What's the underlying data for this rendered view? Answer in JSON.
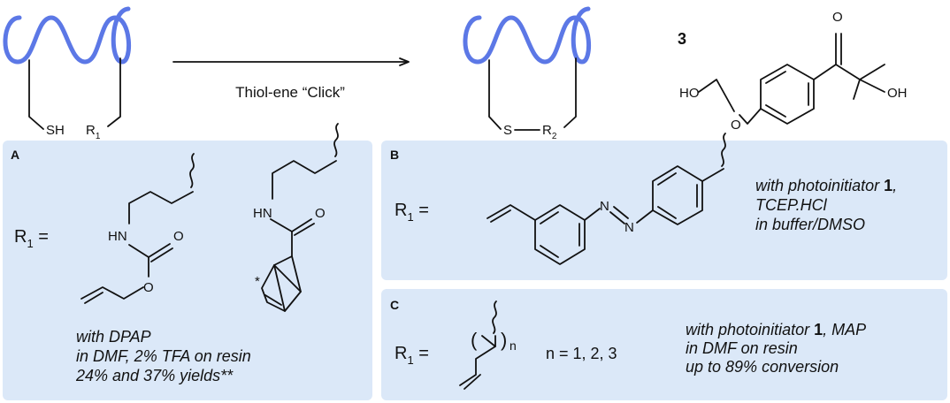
{
  "colors": {
    "panel_bg": "#dbe8f8",
    "helix_blue": "#5c78e6",
    "ink": "#111111"
  },
  "reaction": {
    "arrow_label": "Thiol-ene “Click”",
    "left_sh": "SH",
    "left_r": "R",
    "left_r_sub": "1",
    "right_s": "S",
    "right_r": "R",
    "right_r_sub": "2"
  },
  "compound3": {
    "number": "3",
    "o_ketone": "O",
    "oh_right": "OH",
    "ho_left": "HO",
    "o_ether": "O"
  },
  "panel_a": {
    "letter": "A",
    "r_label": "R",
    "r_sub": "1",
    "r_eq": " =",
    "hn1": "HN",
    "o_carb1": "O",
    "o_carb2": "O",
    "hn2": "HN",
    "o_amide": "O",
    "star": "*",
    "lines": [
      "with DPAP",
      "in DMF, 2% TFA on resin",
      "24% and 37% yields**"
    ]
  },
  "panel_b": {
    "letter": "B",
    "r_label": "R",
    "r_sub": "1",
    "r_eq": " =",
    "n1": "N",
    "n2": "N",
    "line1_pre": "with photoinitiator ",
    "line1_bold": "1",
    "line1_post": ",",
    "line2": "TCEP.HCl",
    "line3": "in buffer/DMSO"
  },
  "panel_c": {
    "letter": "C",
    "r_label": "R",
    "r_sub": "1",
    "r_eq": " =",
    "paren_open": "(",
    "paren_close": ")",
    "n_sub": "n",
    "n_values": "n = 1, 2, 3",
    "line1_pre": "with photoinitiator ",
    "line1_bold": "1",
    "line1_post": ", MAP",
    "line2": "in DMF on resin",
    "line3": "up to 89% conversion"
  }
}
